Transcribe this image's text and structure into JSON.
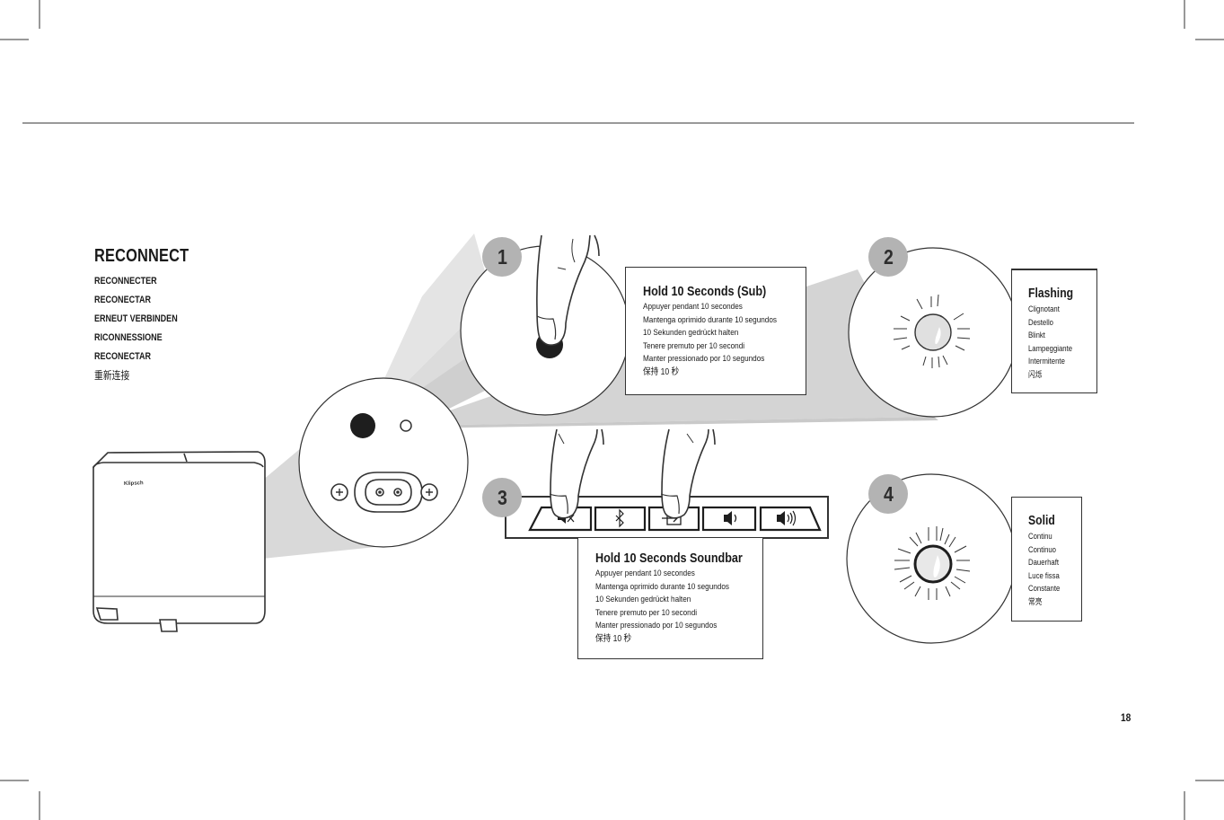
{
  "reconnect": {
    "title": "RECONNECT",
    "translations": [
      "RECONNECTER",
      "RECONECTAR",
      "ERNEUT VERBINDEN",
      "RICONNESSIONE",
      "RECONECTAR",
      "重新连接"
    ]
  },
  "steps": {
    "step1": {
      "badge": "1",
      "heading": "Hold 10 Seconds (Sub)",
      "lines": [
        "Appuyer pendant 10 secondes",
        "Mantenga oprimido durante 10 segundos",
        "10 Sekunden gedrückt halten",
        "Tenere premuto per 10 secondi",
        "Manter pressionado por 10 segundos",
        "保持 10 秒"
      ]
    },
    "step2": {
      "badge": "2",
      "heading": "Flashing",
      "lines": [
        "Clignotant",
        "Destello",
        "Blinkt",
        "Lampeggiante",
        "Intermitente",
        "闪烁"
      ]
    },
    "step3": {
      "badge": "3",
      "heading": "Hold 10 Seconds Soundbar",
      "lines": [
        "Appuyer pendant 10 secondes",
        "Mantenga oprimido durante 10 segundos",
        "10 Sekunden gedrückt halten",
        "Tenere premuto per 10 secondi",
        "Manter pressionado por 10 segundos",
        "保持 10 秒"
      ]
    },
    "step4": {
      "badge": "4",
      "heading": "Solid",
      "lines": [
        "Continu",
        "Continuo",
        "Dauerhaft",
        "Luce fissa",
        "Constante",
        "常亮"
      ]
    }
  },
  "subwoofer": {
    "brand_logo": "Klipsch"
  },
  "remote_buttons": [
    "mute-icon",
    "bluetooth-icon",
    "input-icon",
    "volume-down-icon",
    "volume-up-icon"
  ],
  "page_number": "18",
  "colors": {
    "badge": "#b3b3b3",
    "beam": "#d6d6d6",
    "line": "#333333"
  }
}
